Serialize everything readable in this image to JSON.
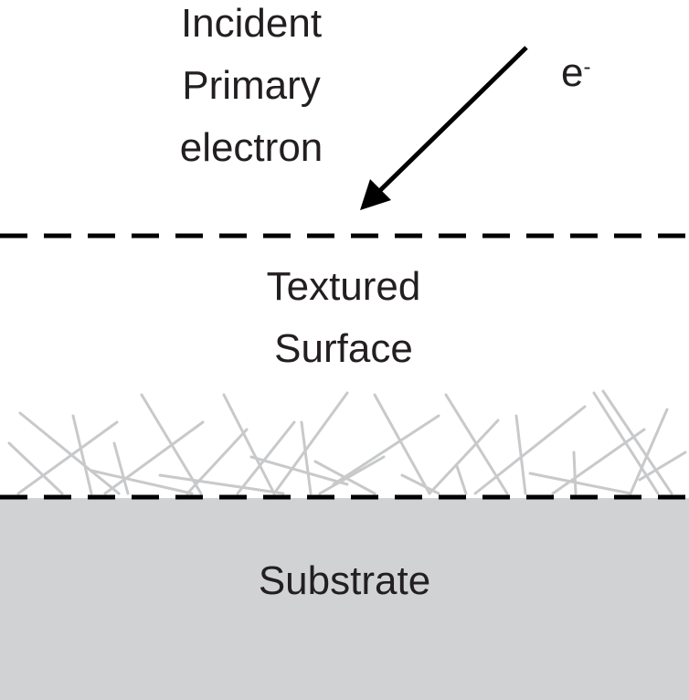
{
  "labels": {
    "incident": [
      "Incident",
      "Primary",
      "electron"
    ],
    "electron_symbol": "e",
    "electron_charge": "-",
    "surface": [
      "Textured",
      "Surface"
    ],
    "substrate": "Substrate"
  },
  "colors": {
    "text": "#231f20",
    "arrow": "#000000",
    "boundary_line": "#000000",
    "fibers": "#c8c9cb",
    "substrate_fill": "#d1d2d4",
    "background": "#ffffff"
  }
}
